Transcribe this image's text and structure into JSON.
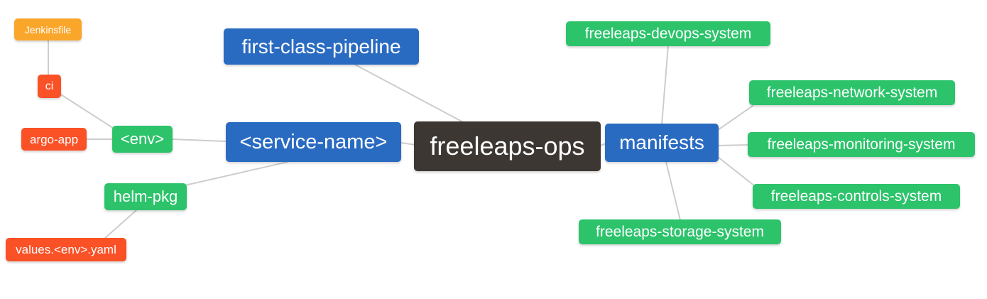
{
  "diagram": {
    "type": "mindmap",
    "root_label": "freeleaps-ops",
    "hierarchy": [
      {
        "node": "freeleaps-ops",
        "children": [
          {
            "node": "first-class-pipeline",
            "children": []
          },
          {
            "node": "<service-name>",
            "children": [
              {
                "node": "<env>",
                "children": [
                  {
                    "node": "ci",
                    "children": [
                      {
                        "node": "Jenkinsfile",
                        "children": []
                      }
                    ]
                  },
                  {
                    "node": "argo-app",
                    "children": []
                  }
                ]
              },
              {
                "node": "helm-pkg",
                "children": [
                  {
                    "node": "values.<env>.yaml",
                    "children": []
                  }
                ]
              }
            ]
          },
          {
            "node": "manifests",
            "children": [
              {
                "node": "freeleaps-devops-system",
                "children": []
              },
              {
                "node": "freeleaps-network-system",
                "children": []
              },
              {
                "node": "freeleaps-monitoring-system",
                "children": []
              },
              {
                "node": "freeleaps-controls-system",
                "children": []
              },
              {
                "node": "freeleaps-storage-system",
                "children": []
              }
            ]
          }
        ]
      }
    ]
  },
  "nodes": {
    "root": {
      "label": "freeleaps-ops",
      "level": "root"
    },
    "first_class_pipeline": {
      "label": "first-class-pipeline",
      "level": "1"
    },
    "service_name": {
      "label": "<service-name>",
      "level": "1"
    },
    "manifests": {
      "label": "manifests",
      "level": "1"
    },
    "env": {
      "label": "<env>",
      "level": "2"
    },
    "helm_pkg": {
      "label": "helm-pkg",
      "level": "2"
    },
    "ci": {
      "label": "ci",
      "level": "3"
    },
    "argo_app": {
      "label": "argo-app",
      "level": "3"
    },
    "jenkinsfile": {
      "label": "Jenkinsfile",
      "level": "4"
    },
    "values_env_yaml": {
      "label": "values.<env>.yaml",
      "level": "3"
    },
    "devops_system": {
      "label": "freeleaps-devops-system",
      "level": "2"
    },
    "network_system": {
      "label": "freeleaps-network-system",
      "level": "2"
    },
    "monitoring_system": {
      "label": "freeleaps-monitoring-system",
      "level": "2"
    },
    "controls_system": {
      "label": "freeleaps-controls-system",
      "level": "2"
    },
    "storage_system": {
      "label": "freeleaps-storage-system",
      "level": "2"
    }
  },
  "colors": {
    "bg": "#ffffff",
    "root_bg": "#3D3733",
    "level1_bg": "#2A6BC2",
    "level2_bg": "#2CC36B",
    "level3_bg": "#FA5126",
    "level4_bg": "#FAA62B",
    "node_text": "#ffffff",
    "connector": "#CDCDCD"
  }
}
